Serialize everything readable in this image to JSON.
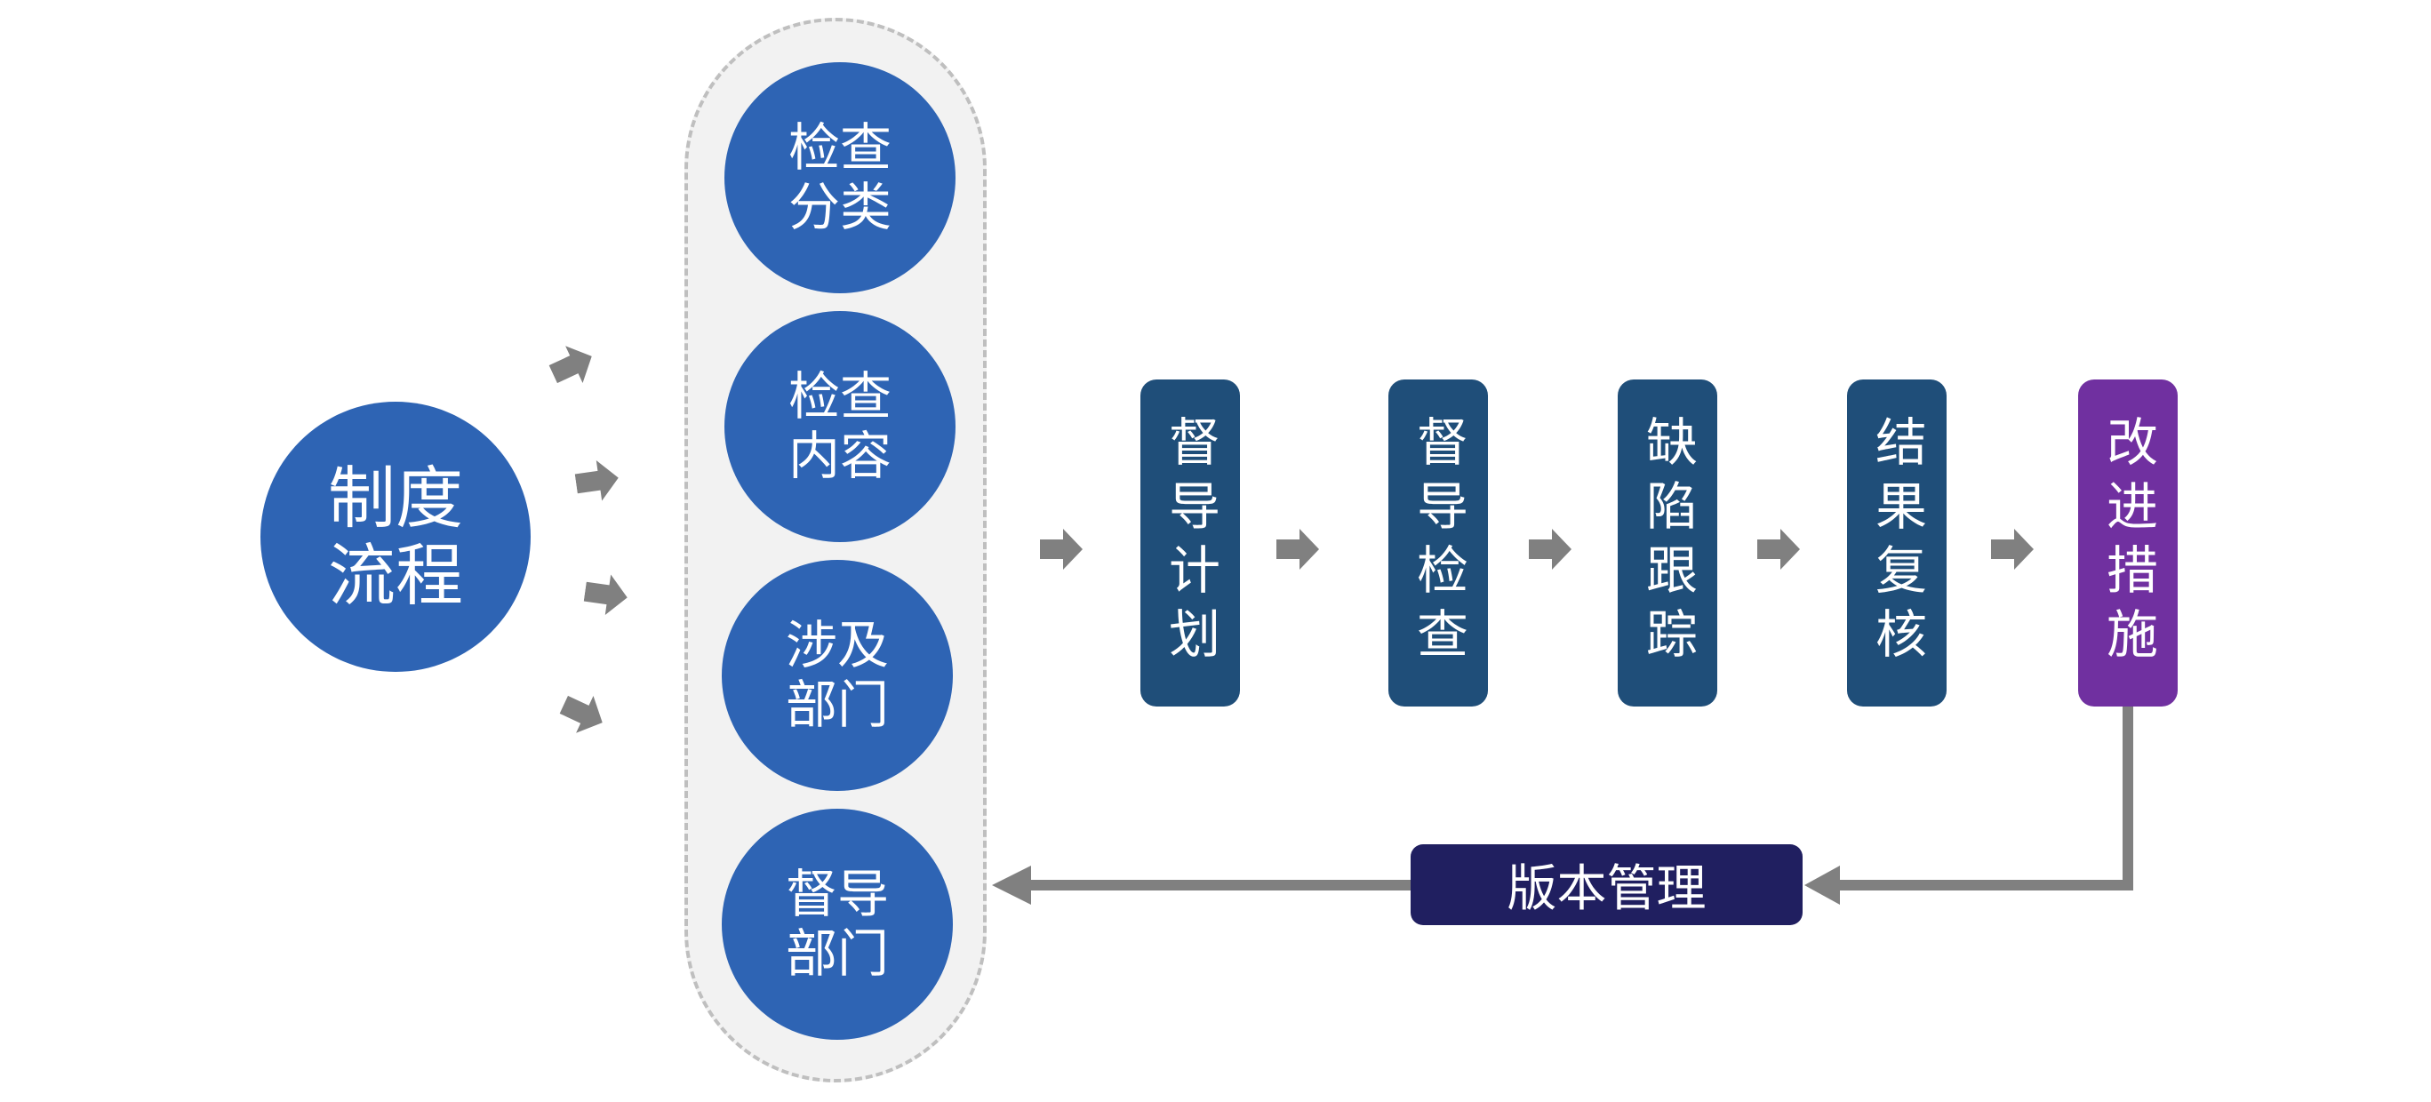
{
  "source": {
    "label": "制度流程"
  },
  "categories": [
    {
      "label": "检查分类"
    },
    {
      "label": "检查内容"
    },
    {
      "label": "涉及部门"
    },
    {
      "label": "督导部门"
    }
  ],
  "steps": [
    {
      "label": "督导计划",
      "color": "#1F4E79"
    },
    {
      "label": "督导检查",
      "color": "#1F4E79"
    },
    {
      "label": "缺陷跟踪",
      "color": "#1F4E79"
    },
    {
      "label": "结果复核",
      "color": "#1F4E79"
    },
    {
      "label": "改进措施",
      "color": "#7030A0"
    }
  ],
  "feedback": {
    "label": "版本管理",
    "color": "#201F60"
  },
  "colors": {
    "circle": "#2E64B4",
    "arrow": "#808080",
    "container_bg": "#F2F2F2",
    "container_border": "#BFBFBF"
  }
}
